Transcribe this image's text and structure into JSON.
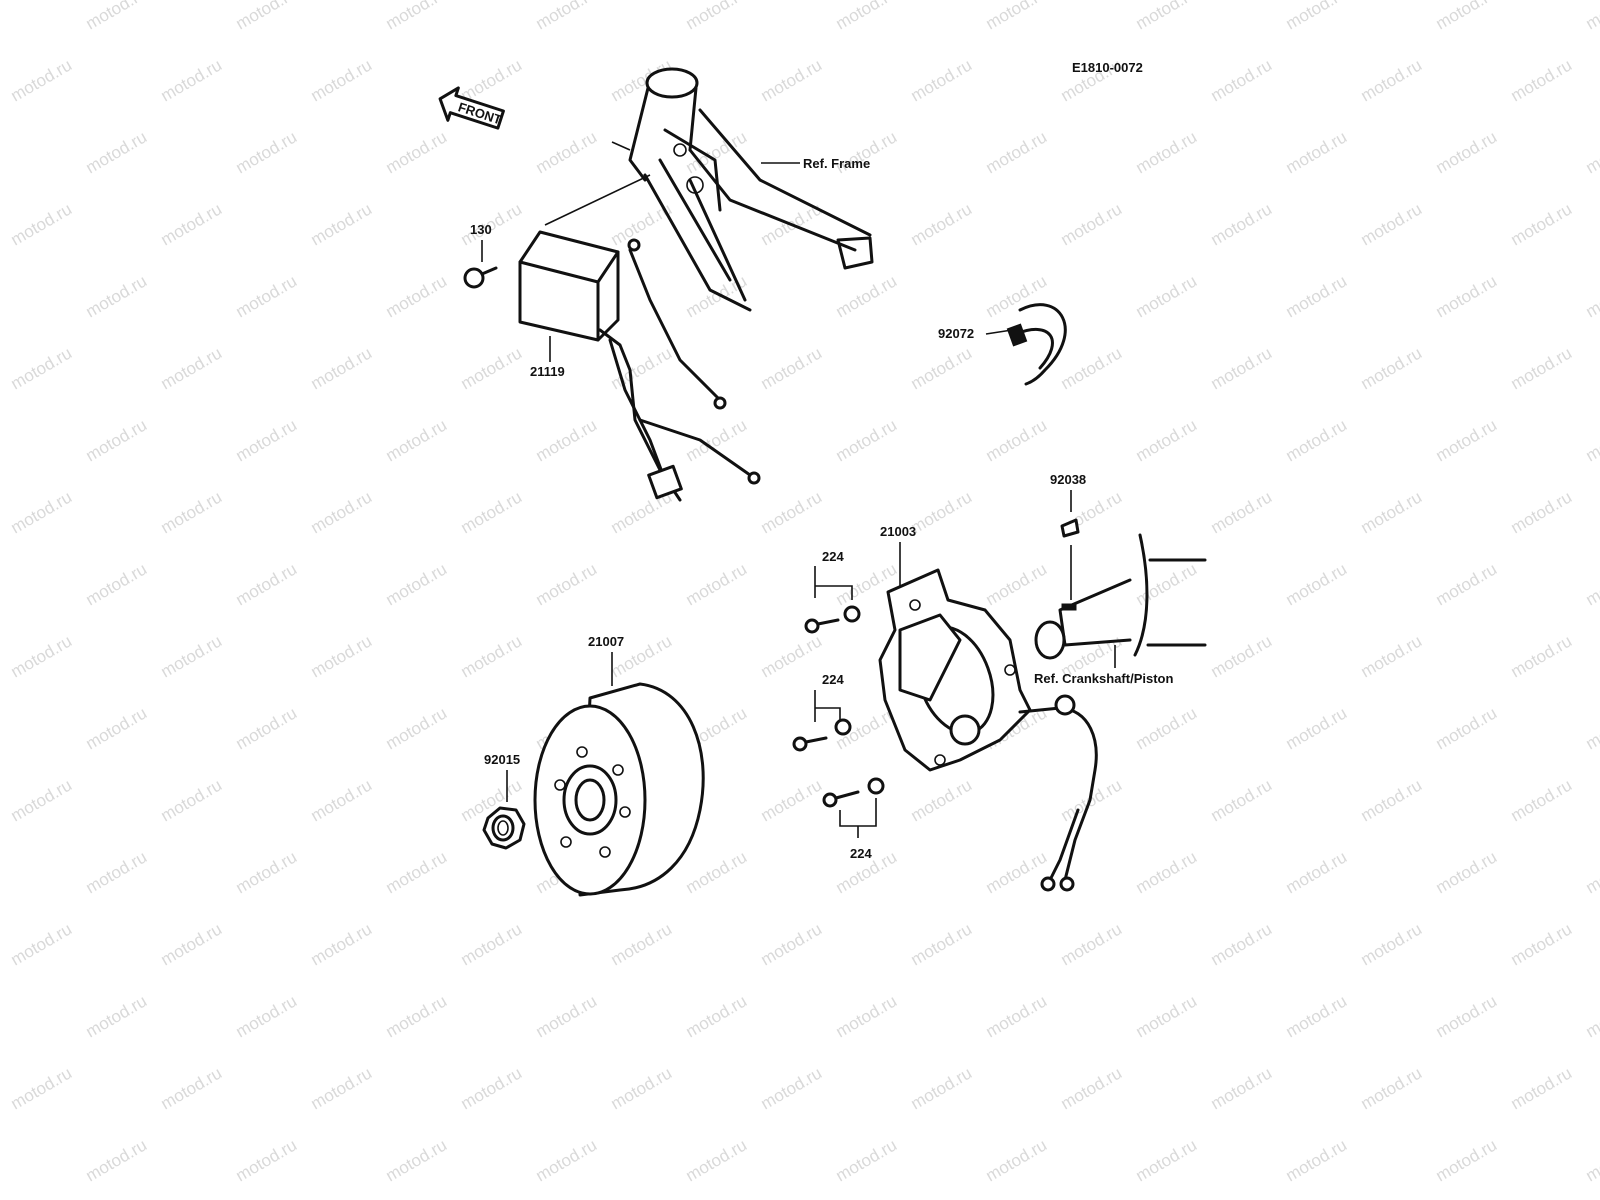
{
  "diagram_code": "E1810-0072",
  "watermark_text": "motod.ru",
  "front_arrow": "FRONT",
  "references": {
    "frame": "Ref. Frame",
    "crankshaft": "Ref. Crankshaft/Piston"
  },
  "parts": {
    "bolt_130": "130",
    "cdi_unit": "21119",
    "band": "92072",
    "key": "92038",
    "stator": "21003",
    "screw_top": "224",
    "screw_mid": "224",
    "screw_bottom": "224",
    "flywheel": "21007",
    "nut": "92015"
  },
  "colors": {
    "ink": "#111111",
    "watermark": "#d9d9d9",
    "background": "#ffffff"
  }
}
